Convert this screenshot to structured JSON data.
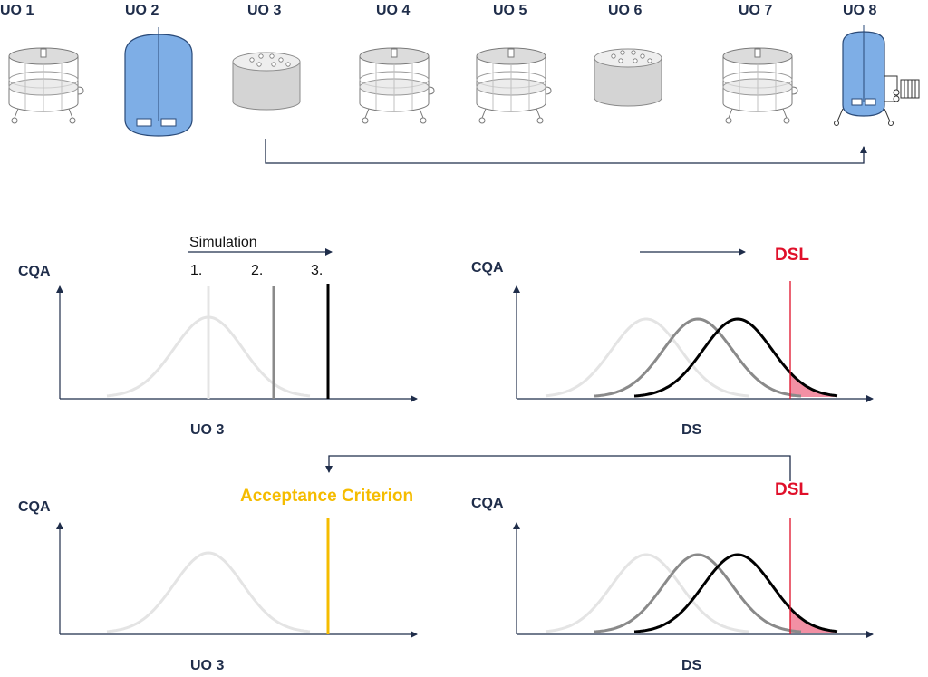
{
  "colors": {
    "navy": "#1f2d4a",
    "vessel_blue": "#7eaee6",
    "vessel_gray": "#d4d4d4",
    "curve_light": "#e4e4e4",
    "curve_mid": "#8a8a8a",
    "curve_dark": "#000000",
    "dsl_red": "#e0102a",
    "tail_pink": "#f07c94",
    "acceptance_yellow": "#f5bc00"
  },
  "unit_operations": [
    {
      "label": "UO 1",
      "icon": "filter-vessel-icon"
    },
    {
      "label": "UO 2",
      "icon": "stirred-tank-icon"
    },
    {
      "label": "UO 3",
      "icon": "chromatography-column-icon"
    },
    {
      "label": "UO 4",
      "icon": "filter-vessel-icon"
    },
    {
      "label": "UO 5",
      "icon": "filter-vessel-icon"
    },
    {
      "label": "UO 6",
      "icon": "chromatography-column-icon"
    },
    {
      "label": "UO 7",
      "icon": "filter-vessel-icon"
    },
    {
      "label": "UO 8",
      "icon": "jacketed-tank-icon"
    }
  ],
  "panels": {
    "top_left": {
      "ylabel": "CQA",
      "xlabel": "UO 3",
      "simulation_label": "Simulation",
      "line_labels": [
        "1.",
        "2.",
        "3."
      ]
    },
    "top_right": {
      "ylabel": "CQA",
      "xlabel": "DS",
      "limit_label": "DSL"
    },
    "bottom_left": {
      "ylabel": "CQA",
      "xlabel": "UO 3",
      "criterion_label": "Acceptance Criterion"
    },
    "bottom_right": {
      "ylabel": "CQA",
      "xlabel": "DS",
      "limit_label": "DSL"
    }
  }
}
